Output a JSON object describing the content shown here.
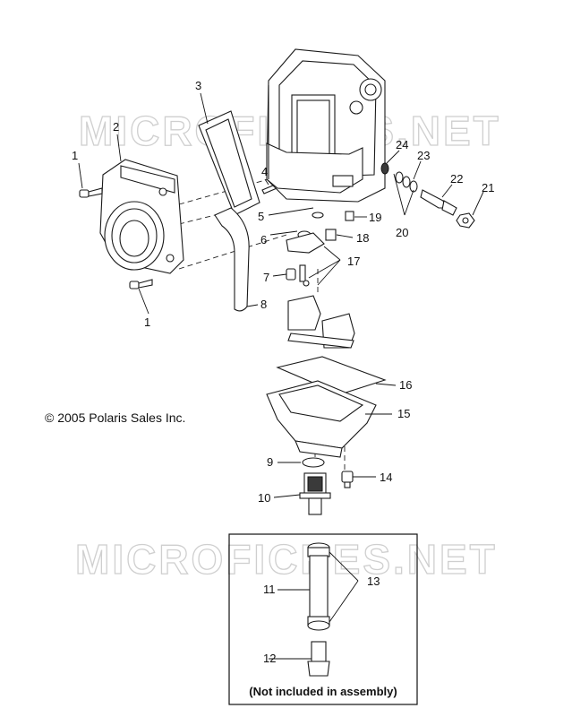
{
  "watermarks": [
    "MICROFICHES.NET",
    "MICROFICHES.NET"
  ],
  "copyright": "© 2005 Polaris Sales Inc.",
  "inset_note": "(Not included in assembly)",
  "callouts": {
    "c1a": "1",
    "c1b": "1",
    "c2": "2",
    "c3": "3",
    "c4": "4",
    "c5": "5",
    "c6": "6",
    "c7": "7",
    "c8": "8",
    "c9": "9",
    "c10": "10",
    "c11": "11",
    "c12": "12",
    "c13": "13",
    "c14": "14",
    "c15": "15",
    "c16": "16",
    "c17": "17",
    "c18": "18",
    "c19": "19",
    "c20": "20",
    "c21": "21",
    "c22": "22",
    "c23": "23",
    "c24": "24"
  }
}
